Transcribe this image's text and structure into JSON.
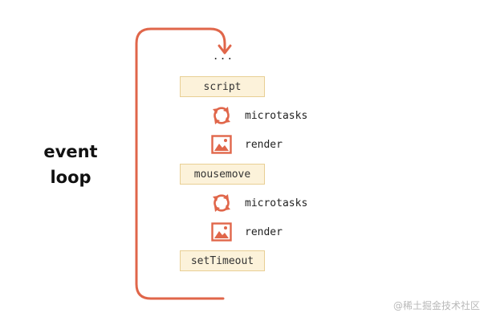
{
  "title": {
    "line1": "event",
    "line2": "loop"
  },
  "ellipsis": "...",
  "colors": {
    "loop_arrow": "#e0664a",
    "task_fill": "#fcf2da",
    "task_border": "#e8cf94",
    "icon": "#e0664a"
  },
  "steps": [
    {
      "kind": "task",
      "label": "script"
    },
    {
      "kind": "microtasks",
      "label": "microtasks",
      "icon": "cycle-arrows-icon"
    },
    {
      "kind": "render",
      "label": "render",
      "icon": "image-icon"
    },
    {
      "kind": "task",
      "label": "mousemove"
    },
    {
      "kind": "microtasks",
      "label": "microtasks",
      "icon": "cycle-arrows-icon"
    },
    {
      "kind": "render",
      "label": "render",
      "icon": "image-icon"
    },
    {
      "kind": "task",
      "label": "setTimeout"
    }
  ],
  "watermark": "@稀土掘金技术社区"
}
